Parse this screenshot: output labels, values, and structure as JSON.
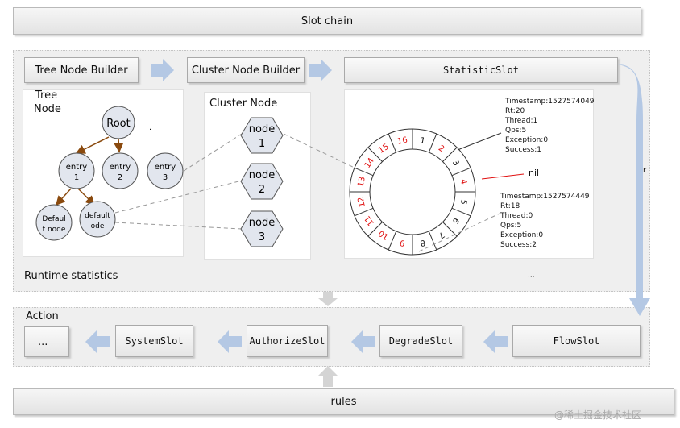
{
  "slot_chain": "Slot chain",
  "rules": "rules",
  "watermark": "@稀土掘金技术社区",
  "runtime": {
    "label": "Runtime statistics",
    "tree_node_builder": "Tree Node Builder",
    "cluster_node_builder": "Cluster Node Builder",
    "statistic_slot": "StatisticSlot",
    "tree_node_title_1": "Tree",
    "tree_node_title_2": "Node",
    "root": "Root",
    "entry1": [
      "entry",
      "1"
    ],
    "entry2": [
      "entry",
      "2"
    ],
    "entry3": [
      "entry",
      "3"
    ],
    "default1": [
      "Defaul",
      "t node"
    ],
    "default2": [
      "default",
      "ode"
    ],
    "cluster_node_title": "Cluster Node",
    "cluster1": [
      "node",
      "1"
    ],
    "cluster2": [
      "node",
      "2"
    ],
    "cluster3": [
      "node",
      "3"
    ],
    "ring_slots": [
      "1",
      "2",
      "3",
      "4",
      "5",
      "6",
      "7",
      "8",
      "9",
      "10",
      "11",
      "12",
      "13",
      "14",
      "15",
      "16"
    ],
    "red_slots": [
      "2",
      "4",
      "9",
      "10",
      "11",
      "12",
      "13",
      "14",
      "15",
      "16"
    ],
    "nil": "nil",
    "stats1": [
      "Timestamp:1527574049",
      "Rt:20",
      "Thread:1",
      "Qps:5",
      "Exception:0",
      "Success:1"
    ],
    "stats2": [
      "Timestamp:1527574449",
      "Rt:18",
      "Thread:0",
      "Qps:5",
      "Exception:0",
      "Success:2"
    ],
    "ellipsis_small": "...",
    "r_mark": "r"
  },
  "action": {
    "label": "Action",
    "ellipsis": "...",
    "system_slot": "SystemSlot",
    "authorize_slot": "AuthorizeSlot",
    "degrade_slot": "DegradeSlot",
    "flow_slot": "FlowSlot"
  },
  "colors": {
    "arrow": "#b4c8e4",
    "red_text": "#e01010",
    "tree_arrow": "#8a4a0e",
    "node_fill": "#e2e6ee",
    "gray_arrow": "#d4d4d4"
  }
}
